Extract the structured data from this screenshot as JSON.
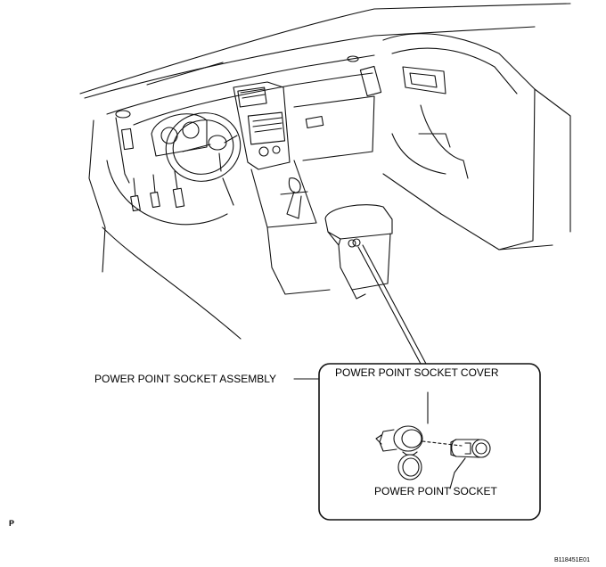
{
  "labels": {
    "assembly": "POWER POINT SOCKET ASSEMBLY",
    "cover": "POWER POINT SOCKET COVER",
    "socket": "POWER POINT SOCKET",
    "corner": "P",
    "figure_id": "B118451E01"
  }
}
